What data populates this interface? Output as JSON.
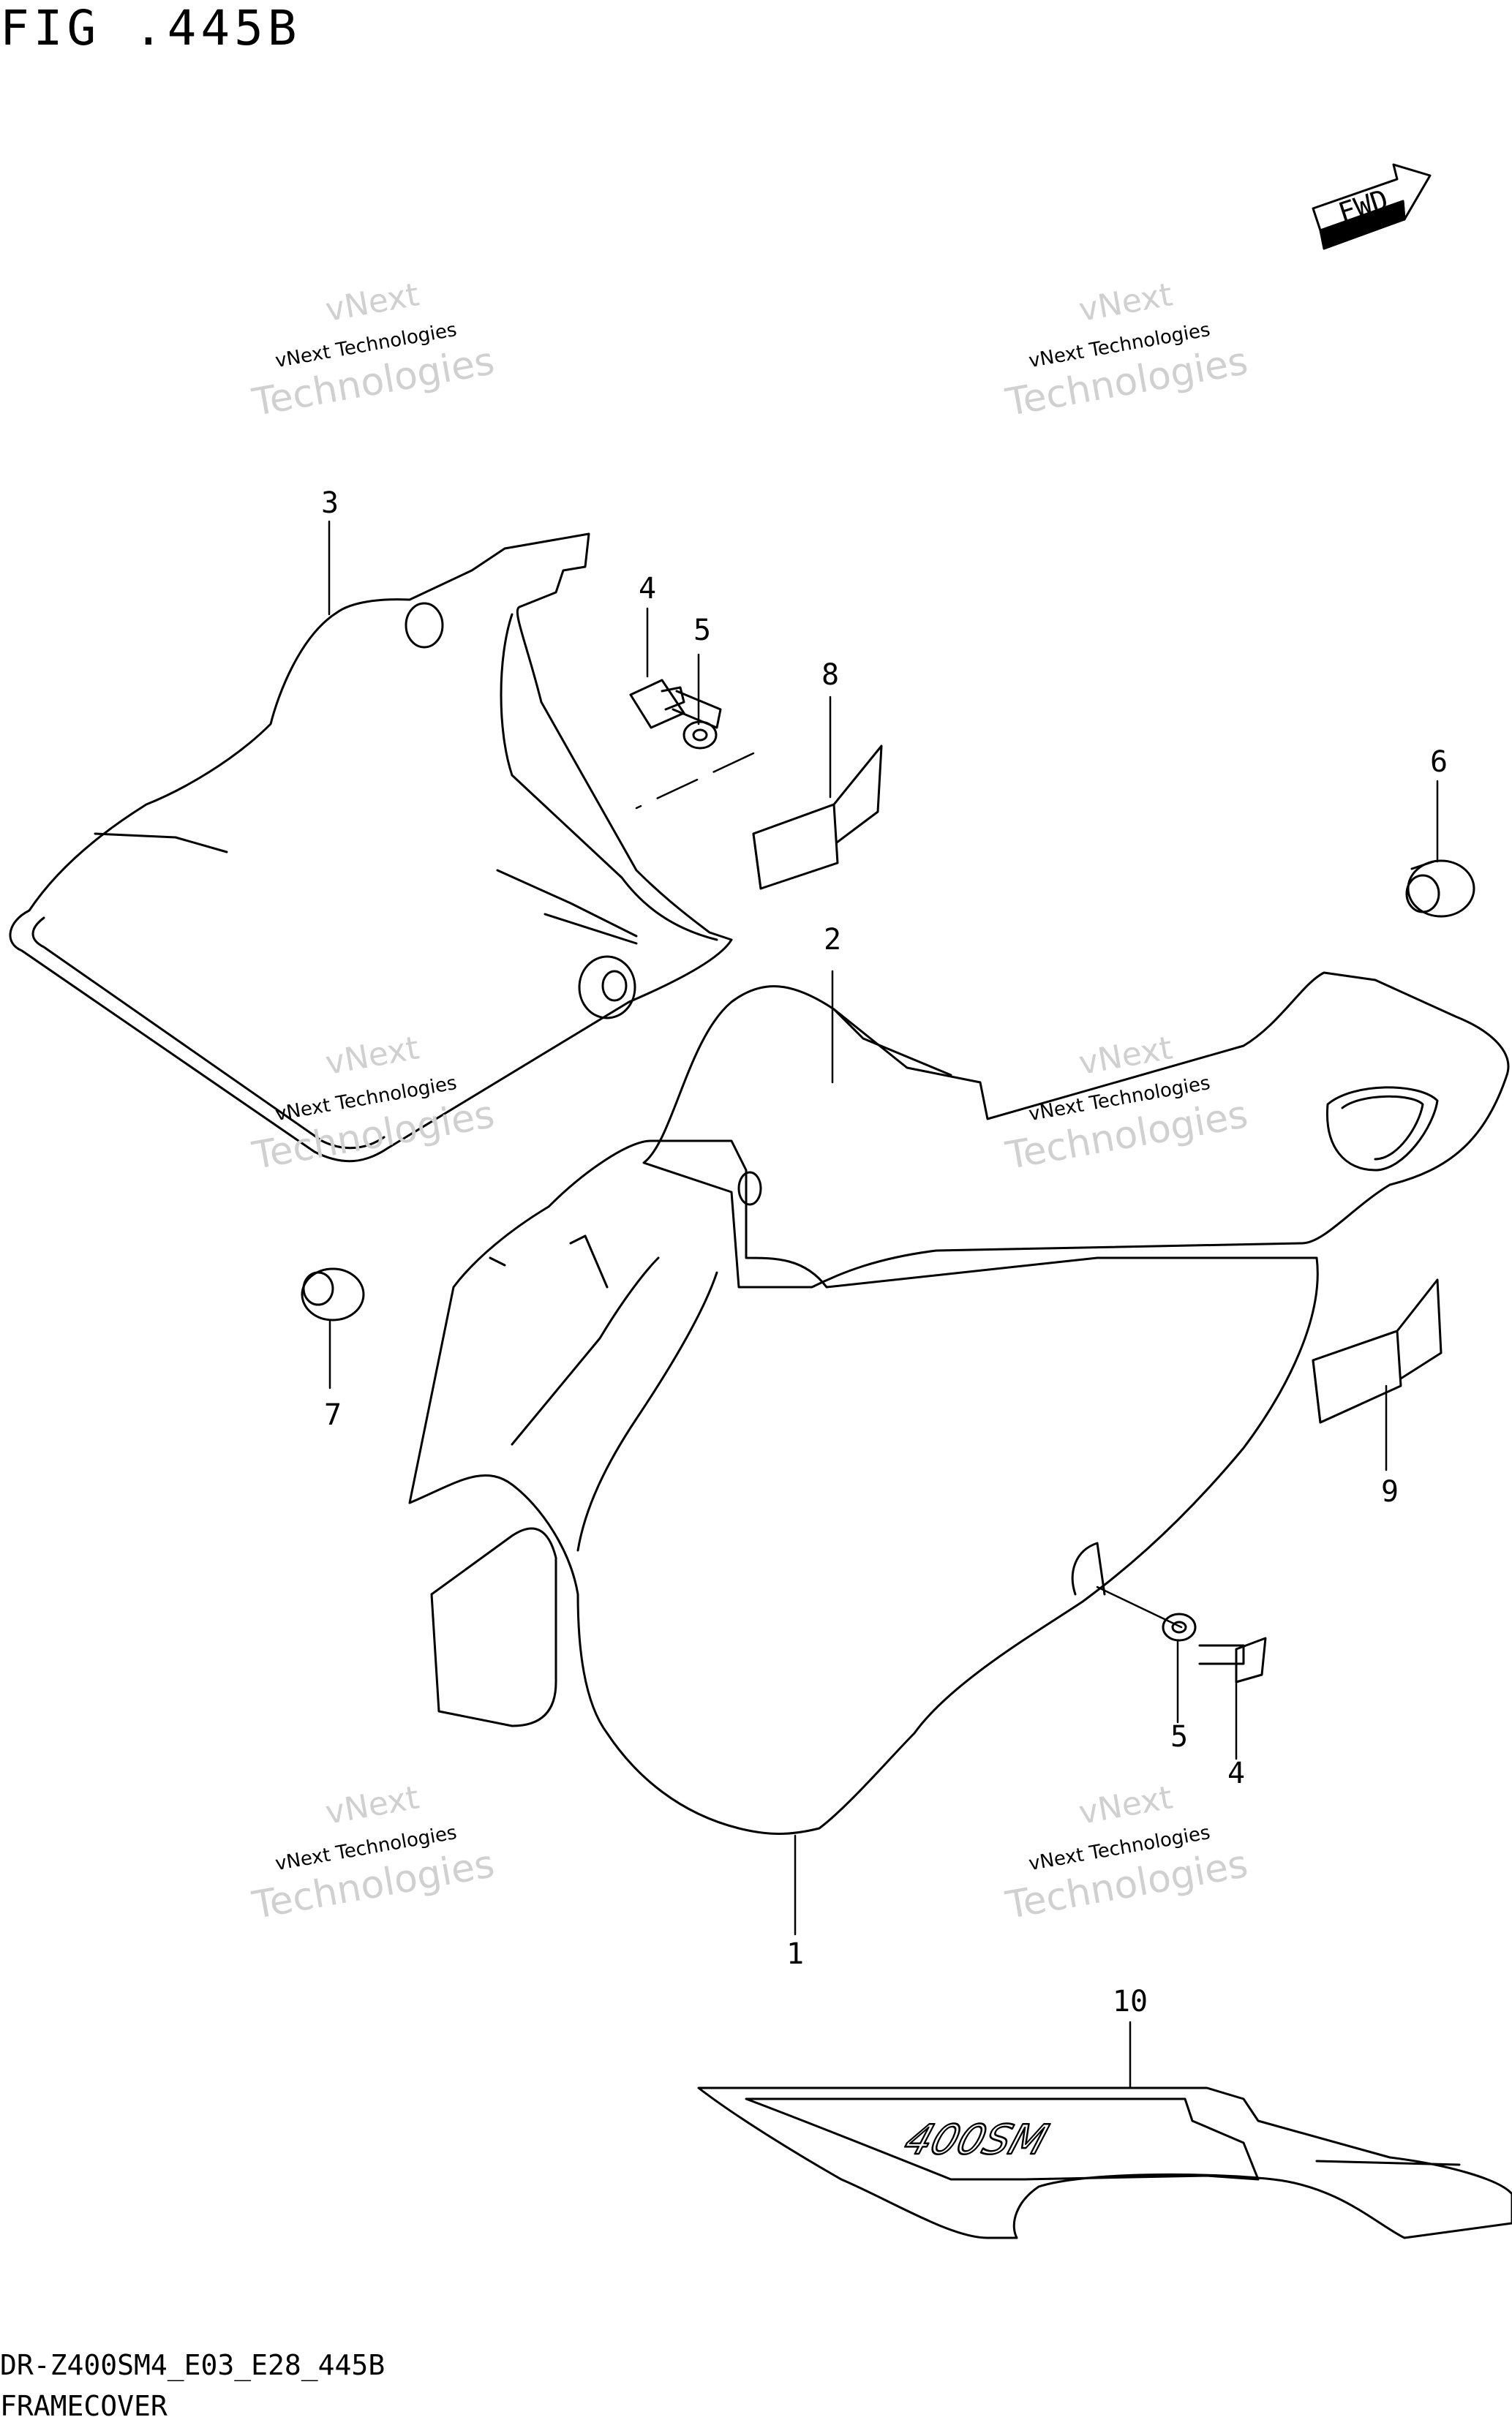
{
  "figure": {
    "title": "FIG .445B",
    "model_code": "DR-Z400SM4_E03_E28_445B",
    "caption": "FRAMECOVER",
    "direction_badge": "FWD"
  },
  "decal_text": "400SM",
  "watermark": {
    "line1": "vNext",
    "line2": "vNext Technologies",
    "line3": "Technologies"
  },
  "callouts": [
    {
      "id": "c1",
      "label": "1"
    },
    {
      "id": "c2",
      "label": "2"
    },
    {
      "id": "c3",
      "label": "3"
    },
    {
      "id": "c4a",
      "label": "4"
    },
    {
      "id": "c5a",
      "label": "5"
    },
    {
      "id": "c6",
      "label": "6"
    },
    {
      "id": "c7",
      "label": "7"
    },
    {
      "id": "c8",
      "label": "8"
    },
    {
      "id": "c9",
      "label": "9"
    },
    {
      "id": "c5b",
      "label": "5"
    },
    {
      "id": "c4b",
      "label": "4"
    },
    {
      "id": "c10",
      "label": "10"
    }
  ],
  "colors": {
    "line": "#000000",
    "background": "#ffffff",
    "watermark": "#c8c8c8"
  }
}
